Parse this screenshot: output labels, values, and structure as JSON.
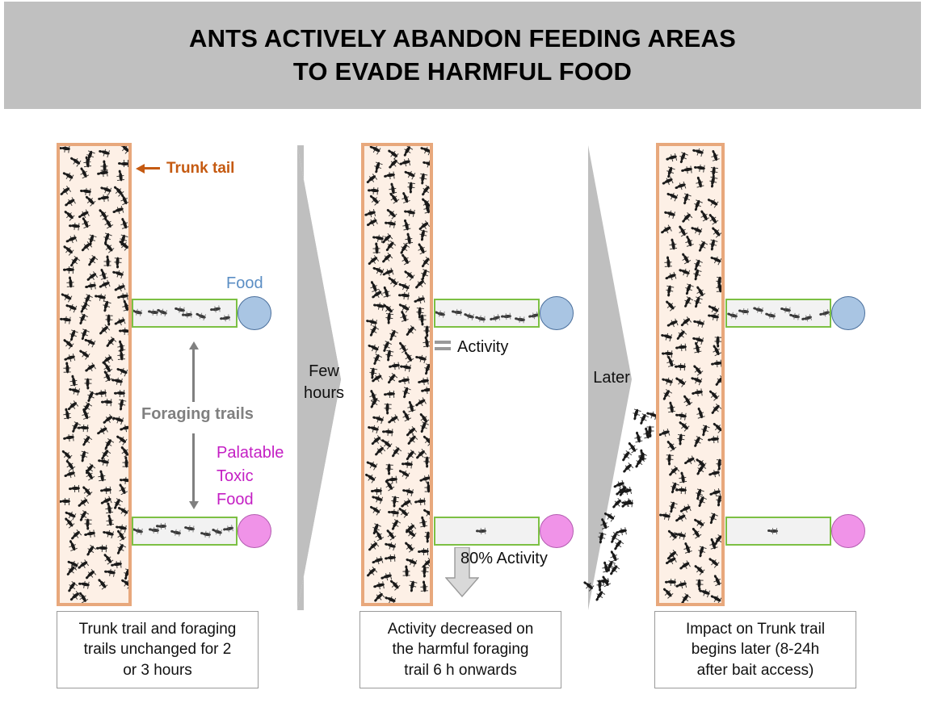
{
  "title": {
    "line1": "ANTS ACTIVELY ABANDON FEEDING AREAS",
    "line2": "TO EVADE HARMFUL FOOD",
    "background_color": "#c0c0c0",
    "text_color": "#000000"
  },
  "colors": {
    "trunk_border": "#e8a87c",
    "trunk_fill": "#fdf0e6",
    "forage_border": "#7cc043",
    "forage_fill": "#f2f2f2",
    "food_blue": "#a9c5e3",
    "food_pink": "#f093e8",
    "separator_gray": "#bfbfbf",
    "trunk_label": "#c55a11",
    "food_label": "#5b8ec4",
    "foraging_label": "#808080",
    "toxic_label": "#c41fc4"
  },
  "panels": [
    {
      "id": "panel-1",
      "trunk_trail_label": "Trunk tail",
      "top_food_label": "Food",
      "foraging_trails_label": "Foraging trails",
      "bottom_food_label": "Palatable\nToxic\nFood",
      "top_trail_ant_count": 8,
      "bottom_trail_ant_count": 8,
      "trunk_ant_count": 150,
      "caption": "Trunk trail and foraging\ntrails unchanged for 2\nor 3 hours"
    },
    {
      "id": "panel-2",
      "top_activity_label": "Activity",
      "top_activity_symbol": "=",
      "bottom_activity_label": "80% Activity",
      "top_trail_ant_count": 8,
      "bottom_trail_ant_count": 1,
      "trunk_ant_count": 150,
      "caption": "Activity decreased on\nthe harmful foraging\ntrail 6 h onwards"
    },
    {
      "id": "panel-3",
      "top_trail_ant_count": 8,
      "bottom_trail_ant_count": 1,
      "trunk_ant_count": 120,
      "off_trail_ant_count": 34,
      "caption": "Impact on Trunk trail\nbegins later (8-24h\nafter bait access)"
    }
  ],
  "separators": [
    {
      "id": "separator-1",
      "label": "Few\nhours"
    },
    {
      "id": "separator-2",
      "label": "Later"
    }
  ],
  "chart_data": {
    "type": "diagram",
    "title": "Ants actively abandon feeding areas to evade harmful food",
    "timeline": [
      {
        "stage": "0 - 2/3 hours",
        "trunk_trail_activity": 100,
        "palatable_trail_activity": 100,
        "toxic_trail_activity": 100
      },
      {
        "stage": "6 h onwards (few hours)",
        "trunk_trail_activity": 100,
        "palatable_trail_activity": 100,
        "toxic_trail_activity": 20
      },
      {
        "stage": "8-24 h after bait access (later)",
        "trunk_trail_activity": 70,
        "palatable_trail_activity": 100,
        "toxic_trail_activity": 20
      }
    ],
    "annotations": [
      "= Activity",
      "80% Activity"
    ]
  }
}
